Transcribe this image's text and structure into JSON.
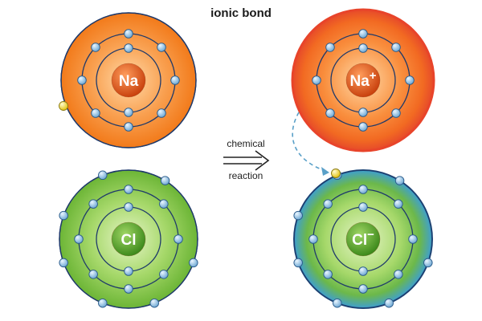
{
  "title": "ionic bond",
  "arrow": {
    "top_label": "chemical",
    "bottom_label": "reaction"
  },
  "colors": {
    "sodium": "#f58220",
    "sodium_ion_shell": "#e8442a",
    "chlorine": "#7cc142",
    "chloride_ion_shell": "#4aa3c8",
    "electron": "#9fd0ef",
    "transferred_electron": "#f5e02a",
    "orbit_line": "#1f3a6b",
    "transfer_path": "#5aa0c8"
  },
  "atoms": {
    "sodium": {
      "symbol": "Na",
      "charge": ""
    },
    "sodium_ion": {
      "symbol": "Na",
      "charge": "+"
    },
    "chlorine": {
      "symbol": "Cl",
      "charge": ""
    },
    "chloride_ion": {
      "symbol": "Cl",
      "charge": "−"
    }
  }
}
